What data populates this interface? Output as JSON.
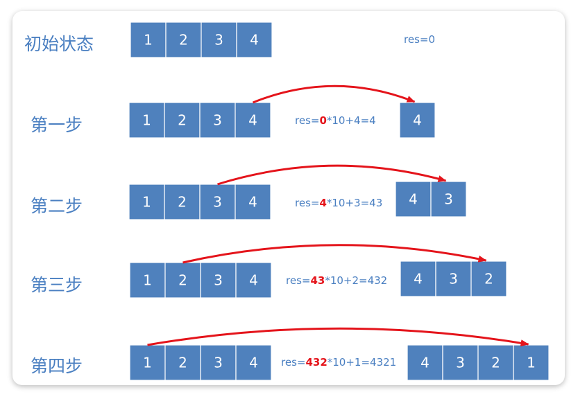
{
  "colors": {
    "cell_fill": "#4f81bd",
    "cell_border": "#ffffff",
    "cell_text": "#ffffff",
    "label_text": "#4a7fc1",
    "highlight": "#e4141b",
    "arrow": "#e4141b"
  },
  "rows": [
    {
      "label": "初始状态",
      "source": [
        "1",
        "2",
        "3",
        "4"
      ],
      "formula": {
        "pre": "res=0",
        "hl": "",
        "post": ""
      },
      "result": [],
      "arrow_from_index": null
    },
    {
      "label": "第一步",
      "source": [
        "1",
        "2",
        "3",
        "4"
      ],
      "formula": {
        "pre": "res=",
        "hl": "0",
        "post": "*10+4=4"
      },
      "result": [
        "4"
      ],
      "arrow_from_index": 3
    },
    {
      "label": "第二步",
      "source": [
        "1",
        "2",
        "3",
        "4"
      ],
      "formula": {
        "pre": "res=",
        "hl": "4",
        "post": "*10+3=43"
      },
      "result": [
        "4",
        "3"
      ],
      "arrow_from_index": 2
    },
    {
      "label": "第三步",
      "source": [
        "1",
        "2",
        "3",
        "4"
      ],
      "formula": {
        "pre": "res=",
        "hl": "43",
        "post": "*10+2=432"
      },
      "result": [
        "4",
        "3",
        "2"
      ],
      "arrow_from_index": 1
    },
    {
      "label": "第四步",
      "source": [
        "1",
        "2",
        "3",
        "4"
      ],
      "formula": {
        "pre": "res=",
        "hl": "432",
        "post": "*10+1=4321"
      },
      "result": [
        "4",
        "3",
        "2",
        "1"
      ],
      "arrow_from_index": 0
    }
  ]
}
